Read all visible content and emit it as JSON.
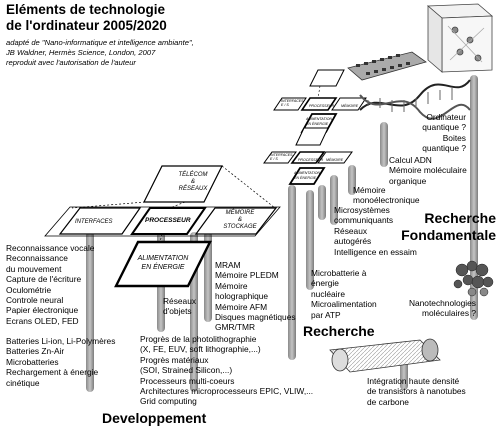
{
  "header": {
    "title_lines": [
      "Eléments de technologie",
      "de l'ordinateur 2005/2020"
    ],
    "subtitle_lines": [
      "adapté de \"Nano-informatique et intelligence ambiante\",",
      "JB Waldner, Hermès Science, London, 2007",
      "reproduit avec l'autorisation de l'auteur"
    ]
  },
  "planes": {
    "large": {
      "interfaces": "INTERFACES",
      "processeur": "PROCESSEUR",
      "memoire": [
        "MÉMOIRE",
        "&",
        "STOCKAGE"
      ],
      "telecom": [
        "TÉLÉCOM",
        "&",
        "RÉSEAUX"
      ],
      "alimentation": [
        "ALIMENTATION",
        "EN ÉNERGIE"
      ]
    },
    "small": {
      "interfaces": [
        "INTERFACES",
        "E / S"
      ],
      "processeur": "PROCESSEUR",
      "memoire": "MÉMOIRE",
      "alimentation": [
        "ALIMENTATION",
        "EN ÉNERGIE"
      ]
    }
  },
  "sections": {
    "developpement": "Developpement",
    "recherche": "Recherche",
    "recherche_fondamentale": [
      "Recherche",
      "Fondamentale"
    ]
  },
  "labels": {
    "interfaces_list": [
      "Reconnaissance vocale",
      "Reconnaissance",
      "du mouvement",
      "Capture de l'écriture",
      "Oculométrie",
      "Controle neural",
      "Papier électronique",
      "Ecrans OLED, FED"
    ],
    "batteries": [
      "Batteries Li-ion, Li-Polymères",
      "Batteries Zn-Air",
      "Microbatteries",
      "Rechargement à énergie",
      "cinétique"
    ],
    "reseaux": [
      "Réseaux",
      "d'objets"
    ],
    "memoire_list": [
      "MRAM",
      "Mémoire PLEDM",
      "Mémoire",
      "holographique",
      "Mémoire AFM",
      "Disques magnétiques",
      "GMR/TMR"
    ],
    "processeur_list": [
      "Progrès de la photolithographie",
      "(X, FE, EUV, soft lithographie,...)",
      "Progrès matériaux",
      "(SOI, Strained Silicon,...)",
      "Processeurs multi-coeurs",
      "Architectures microprocesseurs EPIC, VLIW,...",
      "Grid computing"
    ],
    "microbatterie": [
      "Microbatterie à",
      "énergie",
      "nucléaire",
      "Microalimentation",
      "par ATP"
    ],
    "microsystemes": [
      "Microsystèmes",
      "communiquants",
      "Réseaux",
      "autogérés",
      "Intelligence en essaim"
    ],
    "monoelectronique": [
      "Mémoire",
      "monoélectronique"
    ],
    "adn": [
      "Calcul ADN",
      "Mémoire moléculaire",
      "organique"
    ],
    "quantique": [
      "Ordinateur",
      "quantique ?",
      "Boites",
      "quantique ?"
    ],
    "nanotech": [
      "Nanotechnologies",
      "moléculaires ?"
    ],
    "nanotubes": [
      "Intégration haute densité",
      "de transistors à nanotubes",
      "de carbone"
    ]
  }
}
